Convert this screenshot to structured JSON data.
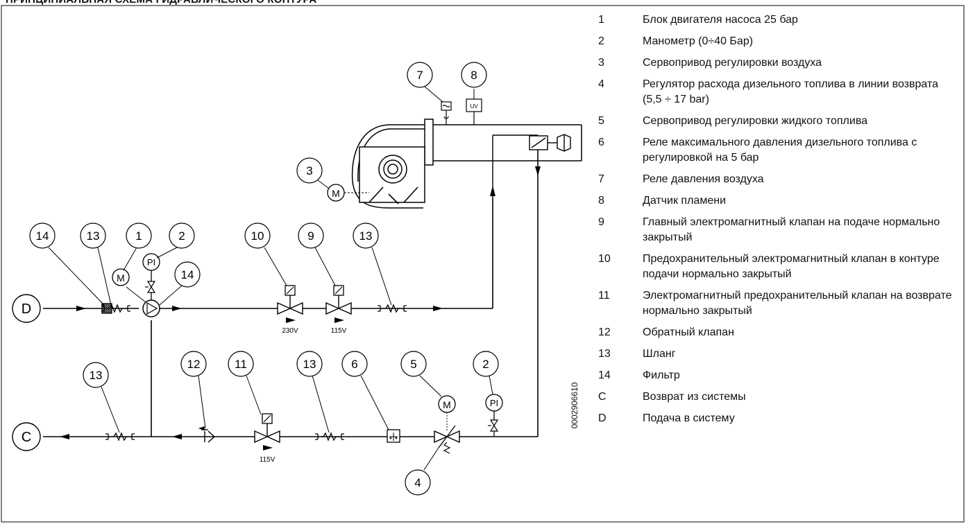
{
  "title": "ПРИНЦИПИАЛЬНАЯ СХЕМА ГИДРАВЛИЧЕСКОГО КОНТУРА",
  "drawing_code": "0002906610",
  "terminals": {
    "supply": "D",
    "return": "C"
  },
  "callouts": [
    "14",
    "13",
    "1",
    "2",
    "14",
    "10",
    "9",
    "13",
    "7",
    "8",
    "3",
    "13",
    "12",
    "11",
    "13",
    "6",
    "5",
    "2",
    "4"
  ],
  "component_labels": {
    "pump_motor": "M",
    "gauge_supply": "PI",
    "gauge_return": "PI",
    "air_servo_motor": "M",
    "fuel_servo_motor": "M",
    "uv_sensor": "UV"
  },
  "voltages": {
    "valve_10": "230V",
    "valve_9": "115V",
    "valve_11": "115V"
  },
  "legend": [
    {
      "num": "1",
      "text": "Блок двигателя насоса 25 бар"
    },
    {
      "num": "2",
      "text": "Манометр (0÷40 Бар)"
    },
    {
      "num": "3",
      "text": "Сервопривод регулировки воздуха"
    },
    {
      "num": "4",
      "text": "Регулятор расхода дизельного топлива в линии возврата (5,5 ÷ 17 bar)"
    },
    {
      "num": "5",
      "text": "Сервопривод регулировки жидкого топлива"
    },
    {
      "num": "6",
      "text": "Реле максимального давления дизельного топлива с регулировкой на 5 бар"
    },
    {
      "num": "7",
      "text": "Реле давления воздуха"
    },
    {
      "num": "8",
      "text": "Датчик пламени"
    },
    {
      "num": "9",
      "text": "Главный электромагнитный клапан на подаче нормально закрытый"
    },
    {
      "num": "10",
      "text": "Предохранительный электромагнитный клапан в контуре подачи нормально закрытый"
    },
    {
      "num": "11",
      "text": "Электромагнитный предохранительный клапан на возврате нормально закрытый"
    },
    {
      "num": "12",
      "text": "Обратный клапан"
    },
    {
      "num": "13",
      "text": "Шланг"
    },
    {
      "num": "14",
      "text": "Фильтр"
    },
    {
      "num": "C",
      "text": "Возврат из системы"
    },
    {
      "num": "D",
      "text": "Подача в систему"
    }
  ]
}
